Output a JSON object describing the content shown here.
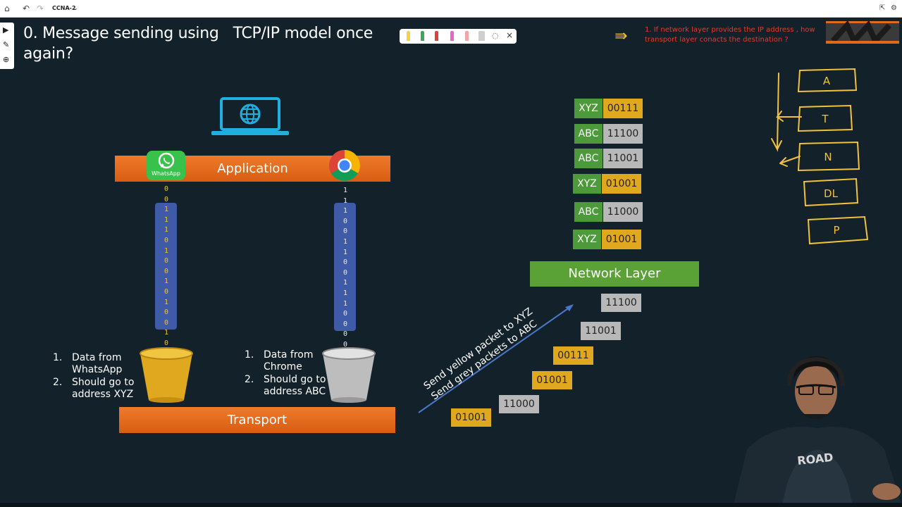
{
  "browser": {
    "doc_title": "CCNA-2"
  },
  "slide": {
    "title_line1": "0. Message sending using   TCP/IP model once",
    "title_line2": "again?",
    "red_note_line1": "1. If network layer provides the IP address , how",
    "red_note_line2": "transport layer conacts the destination ?",
    "application_label": "Application",
    "transport_label": "Transport",
    "network_label": "Network Layer",
    "whatsapp_label": "WhatsApp",
    "left_bits": [
      "0",
      "0",
      "1",
      "1",
      "1",
      "0",
      "1",
      "0",
      "0",
      "1",
      "0",
      "1",
      "0",
      "0",
      "1",
      "0"
    ],
    "right_bits": [
      "1",
      "1",
      "1",
      "0",
      "0",
      "1",
      "1",
      "0",
      "0",
      "1",
      "1",
      "1",
      "0",
      "0",
      "0",
      "0"
    ],
    "whatsapp_note": {
      "item1_num": "1.",
      "item1_line1": "Data from",
      "item1_line2": "WhatsApp",
      "item2_num": "2.",
      "item2_line1": "Should go to",
      "item2_line2": "address XYZ"
    },
    "chrome_note": {
      "item1_num": "1.",
      "item1_line1": "Data from",
      "item1_line2": "Chrome",
      "item2_num": "2.",
      "item2_line1": "Should go to",
      "item2_line2": "address ABC"
    },
    "send_line1": "Send yellow packet to XYZ",
    "send_line2": "Send grey packets to ABC",
    "packets": [
      {
        "address": "XYZ",
        "bits": "00111",
        "color": "yellow"
      },
      {
        "address": "ABC",
        "bits": "11100",
        "color": "grey"
      },
      {
        "address": "ABC",
        "bits": "11001",
        "color": "grey"
      },
      {
        "address": "XYZ",
        "bits": "01001",
        "color": "yellow"
      },
      {
        "address": "ABC",
        "bits": "11000",
        "color": "grey"
      },
      {
        "address": "XYZ",
        "bits": "01001",
        "color": "yellow"
      }
    ],
    "stairs": [
      {
        "bits": "11100",
        "color": "grey"
      },
      {
        "bits": "11001",
        "color": "grey"
      },
      {
        "bits": "00111",
        "color": "yellow"
      },
      {
        "bits": "01001",
        "color": "yellow"
      },
      {
        "bits": "11000",
        "color": "grey"
      },
      {
        "bits": "01001",
        "color": "yellow"
      }
    ],
    "handwritten_layers": [
      "A",
      "T",
      "N",
      "DL",
      "P"
    ]
  },
  "colors": {
    "background": "#13212a",
    "orange_bar": "#e06a1c",
    "network_green": "#5aa136",
    "packet_yellow": "#e0a81e",
    "packet_grey": "#b8b8b8",
    "tube_blue": "#3f5aa6",
    "laptop_cyan": "#1fb0e0",
    "red_note": "#e23c2a",
    "handwriting_yellow": "#f1c23a"
  },
  "icons": {
    "home": "home-icon",
    "undo": "undo-icon",
    "redo": "redo-icon",
    "pointer": "pointer-icon",
    "pen": "pen-icon",
    "add": "add-icon",
    "close": "close-icon",
    "laptop": "laptop-globe-icon",
    "whatsapp": "whatsapp-icon",
    "chrome": "chrome-icon"
  }
}
